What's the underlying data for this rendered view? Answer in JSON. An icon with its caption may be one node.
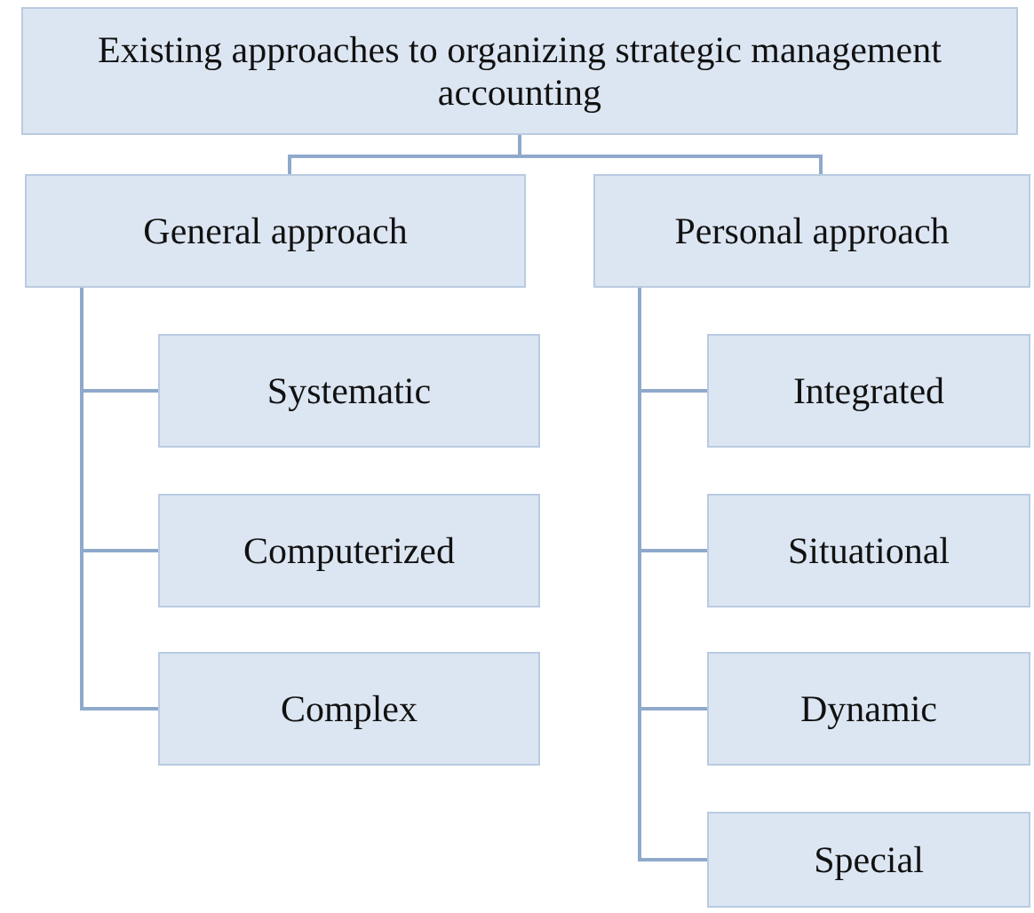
{
  "diagram": {
    "nodes": [
      {
        "text": [
          "Existing approaches to organizing strategic management accounting"
        ]
      },
      {
        "text": [
          "General approach"
        ]
      },
      {
        "text": [
          "Personal approach"
        ]
      },
      {
        "text": [
          "Systematic"
        ]
      },
      {
        "text": [
          "Computerized"
        ]
      },
      {
        "text": [
          "Complex"
        ]
      },
      {
        "text": [
          "Integrated"
        ]
      },
      {
        "text": [
          "Situational"
        ]
      },
      {
        "text": [
          "Dynamic"
        ]
      },
      {
        "text": [
          "Special"
        ]
      }
    ],
    "edges": [
      {
        "from": 0,
        "to": 1,
        "arrow": "none"
      },
      {
        "from": 0,
        "to": 2,
        "arrow": "none"
      },
      {
        "from": 1,
        "to": 3,
        "arrow": "none"
      },
      {
        "from": 1,
        "to": 4,
        "arrow": "none"
      },
      {
        "from": 1,
        "to": 5,
        "arrow": "none"
      },
      {
        "from": 2,
        "to": 6,
        "arrow": "none"
      },
      {
        "from": 2,
        "to": 7,
        "arrow": "none"
      },
      {
        "from": 2,
        "to": 8,
        "arrow": "none"
      },
      {
        "from": 2,
        "to": 9,
        "arrow": "none"
      }
    ]
  }
}
